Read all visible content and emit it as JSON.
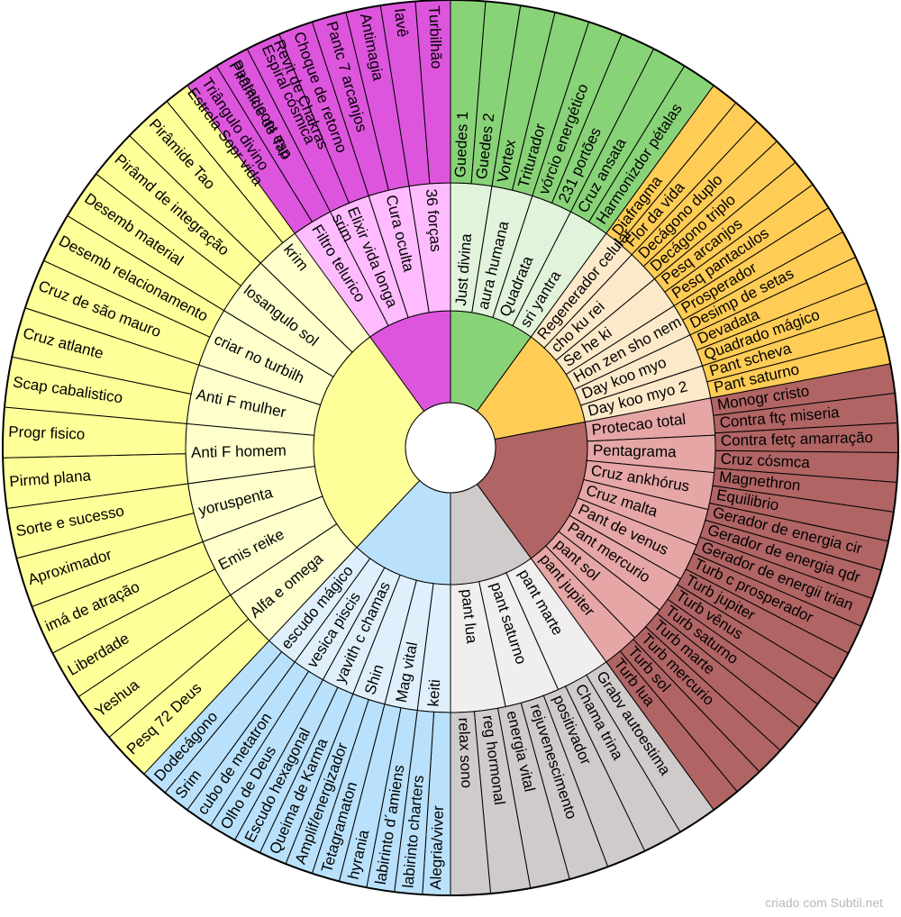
{
  "credit": "criado com Subtil.net",
  "colors": {
    "stroke": "#000000",
    "center": "#ffffff"
  },
  "sectors": [
    {
      "id": "yellow",
      "start": 223.2,
      "end": 340.2,
      "colors": {
        "inner": "#ffff99",
        "middle": "#ffffcc",
        "outer": "#ffff99"
      },
      "middle": [
        "Alfa e omega",
        "Emis reike",
        "yoruspenta",
        "Anti F homem",
        "Anti F mulher",
        "criar no turbilh",
        "losangulo sol",
        "krim",
        "srim"
      ],
      "outer": [
        "Pesq 72 Deus",
        "Yeshua",
        "Liberdade",
        "imá de atração",
        "Aproximador",
        "Sorte e sucesso",
        "Pirmd plana",
        "Progr  fisico",
        "Scap cabalistico",
        "Cruz atlante",
        "Cruz de são mauro",
        "Desemb relacionamento",
        "Desemb material",
        "Pirâmd de integração",
        "Pirâmide Tao",
        "Estrela Sopr vida",
        "Pirâmide de Tao",
        "Revit de Chakras"
      ]
    },
    {
      "id": "purple",
      "start": 324.0,
      "end": 360.0,
      "colors": {
        "inner": "#dd55dd",
        "middle": "#ffbbff",
        "outer": "#dd55dd"
      },
      "middle": [
        "Filtro telurico",
        "Elixir vida longa",
        "Cura oculta",
        "36 forças"
      ],
      "outer": [
        "Triângulo divino",
        "Pantac cont esp",
        "Espiral cósmica",
        "Choque de retorno",
        "Pantc 7 arcanjos",
        "Antimagia",
        "Iavê",
        "Turbilhão"
      ]
    },
    {
      "id": "green",
      "start": 0.0,
      "end": 36.0,
      "colors": {
        "inner": "#88d377",
        "middle": "#e2f3dc",
        "outer": "#88d377"
      },
      "middle": [
        "Just divina",
        "aura humana",
        "Quadrata",
        "sri yantra"
      ],
      "outer": [
        "Guedes 1",
        "Guedes 2",
        "Vortex",
        "Triturador",
        "vórcio energético",
        "231 portões",
        "Cruz ansata",
        "Harmonizdor pétalas"
      ]
    },
    {
      "id": "orange",
      "start": 36.0,
      "end": 79.2,
      "colors": {
        "inner": "#ffcc55",
        "middle": "#fbe9c9",
        "outer": "#ffcc55"
      },
      "middle": [
        "Regenerador celular",
        "cho ku rei",
        "Se he ki",
        "Hon zen sho nem",
        "Day koo myo",
        "Day koo myo 2"
      ],
      "outer": [
        "Diafragma",
        "Flor da vida",
        "Decágono duplo",
        "Decágono triplo",
        "Pesq arcanjos",
        "Pesq pantaculos",
        "Prosperador",
        "Desimp de setas",
        "Devadata",
        "Quadrado mágico",
        "Pant scheva",
        "Pant saturno"
      ]
    },
    {
      "id": "red",
      "start": 79.2,
      "end": 144.0,
      "colors": {
        "inner": "#b06464",
        "middle": "#e6a6a6",
        "outer": "#b06464"
      },
      "middle": [
        "Protecao total",
        "Pentagrama",
        "Cruz ankhórus",
        "Cruz malta",
        "Pant de venus",
        "Pant mercurio",
        "pant sol",
        "pant jupiter"
      ],
      "outer": [
        "Monogr cristo",
        "Contra ftç miseria",
        "Contra fetç amarração",
        "Cruz cósmca",
        "Magnethron",
        "Equilibrio",
        "Gerador de energia cir",
        "Gerador de energia qdr",
        "Gerador de energii trian",
        "Turb c prosperador",
        "Turb jupiter",
        "Turb vênus",
        "Turb saturno",
        "Turb marte",
        "Turb mercurio",
        "Turb sol",
        "Turb lua"
      ]
    },
    {
      "id": "grey",
      "start": 144.0,
      "end": 180.0,
      "colors": {
        "inner": "#d0cbcb",
        "middle": "#f0eeee",
        "outer": "#d0cbcb"
      },
      "middle": [
        "pant marte",
        "pant saturno",
        "pant lua"
      ],
      "outer": [
        "Grabv autoestima",
        "Chama trina",
        "positivador",
        "rejuvenescimento",
        "energia vital",
        "reg hormonal",
        "relax sono"
      ]
    },
    {
      "id": "blue",
      "start": 180.0,
      "end": 223.2,
      "colors": {
        "inner": "#b9e1fb",
        "middle": "#dff0fc",
        "outer": "#b9e1fb"
      },
      "middle": [
        "keiti",
        "Mag vital",
        "Shin",
        "yavith c chamas",
        "vesica piscis",
        "escudo mágico"
      ],
      "outer": [
        "Alegria/viver",
        "labirinto charters",
        "labirinto d´amiens",
        "hyrania",
        "Tetagramaton",
        "Amplif/energizador",
        "Queima de Karma",
        "Escudo hexagonal",
        "Olho de Deus",
        "cubo de metatron",
        "Srim",
        "Dodecágono"
      ]
    }
  ]
}
